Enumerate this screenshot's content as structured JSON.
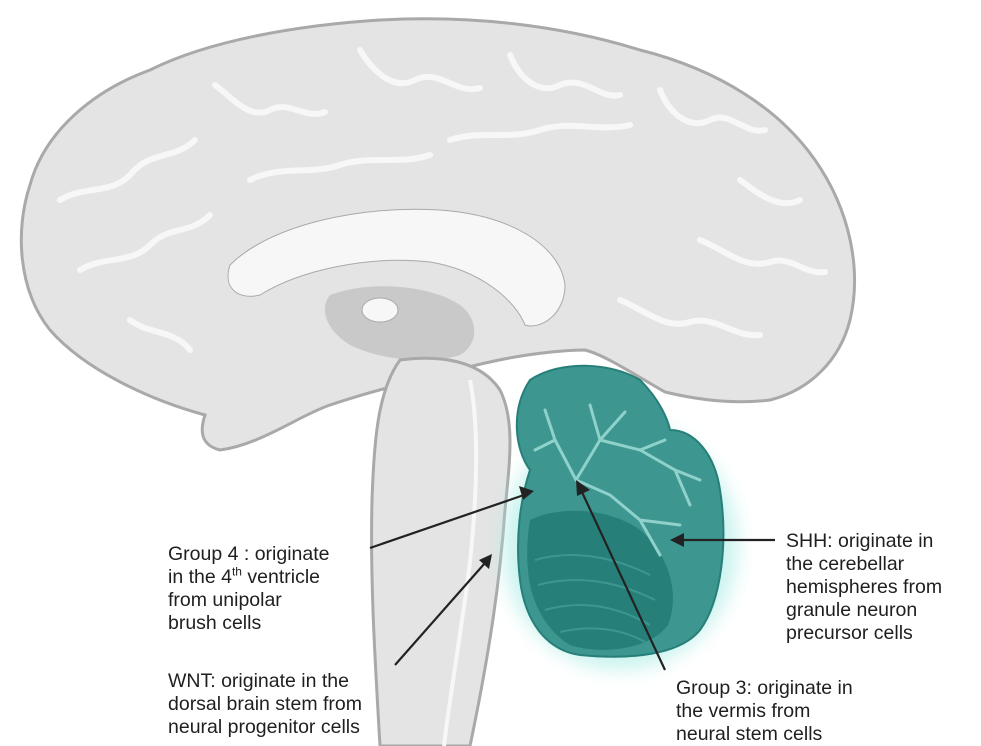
{
  "colors": {
    "brain_fill": "#e4e4e4",
    "brain_stroke": "#a9a9a9",
    "fold_highlight": "#f7f7f7",
    "inner_gray": "#c9c9c9",
    "cerebellum_dark": "#277f79",
    "cerebellum_mid": "#3d9690",
    "cerebellum_light": "#8fd1cb",
    "glow": "#a9ece5",
    "arrow": "#222222",
    "text": "#1f1f1f"
  },
  "labels": {
    "group4": {
      "line1": "Group 4 : originate",
      "line2_pre": "in the 4",
      "line2_sup": "th",
      "line2_post": " ventricle",
      "line3": "from unipolar",
      "line4": "brush cells"
    },
    "wnt": {
      "line1": "WNT: originate in the",
      "line2": "dorsal brain stem from",
      "line3": "neural progenitor cells"
    },
    "shh": {
      "line1": "SHH: originate in",
      "line2": "the cerebellar",
      "line3": "hemispheres from",
      "line4": "granule neuron",
      "line5": "precursor cells"
    },
    "group3": {
      "line1": "Group 3: originate in",
      "line2": "the vermis from",
      "line3": "neural stem cells"
    }
  }
}
